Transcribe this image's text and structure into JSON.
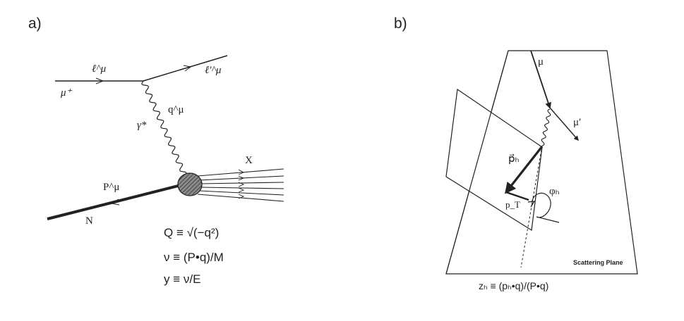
{
  "panel_a": {
    "label": "a)",
    "incoming_lepton_momentum": "ℓ^μ",
    "incoming_lepton": "μ⁺",
    "outgoing_lepton_momentum": "ℓ′^μ",
    "photon": "γ*",
    "photon_momentum": "q^μ",
    "nucleon_momentum": "P^μ",
    "nucleon": "N",
    "final_state": "X",
    "equations": {
      "Q": "Q ≡ √(−q²)",
      "nu": "ν ≡ (P•q)/M",
      "y": "y ≡ ν/E"
    }
  },
  "panel_b": {
    "label": "b)",
    "incoming_muon": "μ",
    "outgoing_muon": "μ′",
    "hadron_momentum": "p⃗ₕ",
    "transverse_momentum": "p_T",
    "azimuthal_angle": "φₕ",
    "plane_label": "Scattering Plane",
    "equation": "zₕ ≡ (pₕ•q)/(P•q)"
  }
}
